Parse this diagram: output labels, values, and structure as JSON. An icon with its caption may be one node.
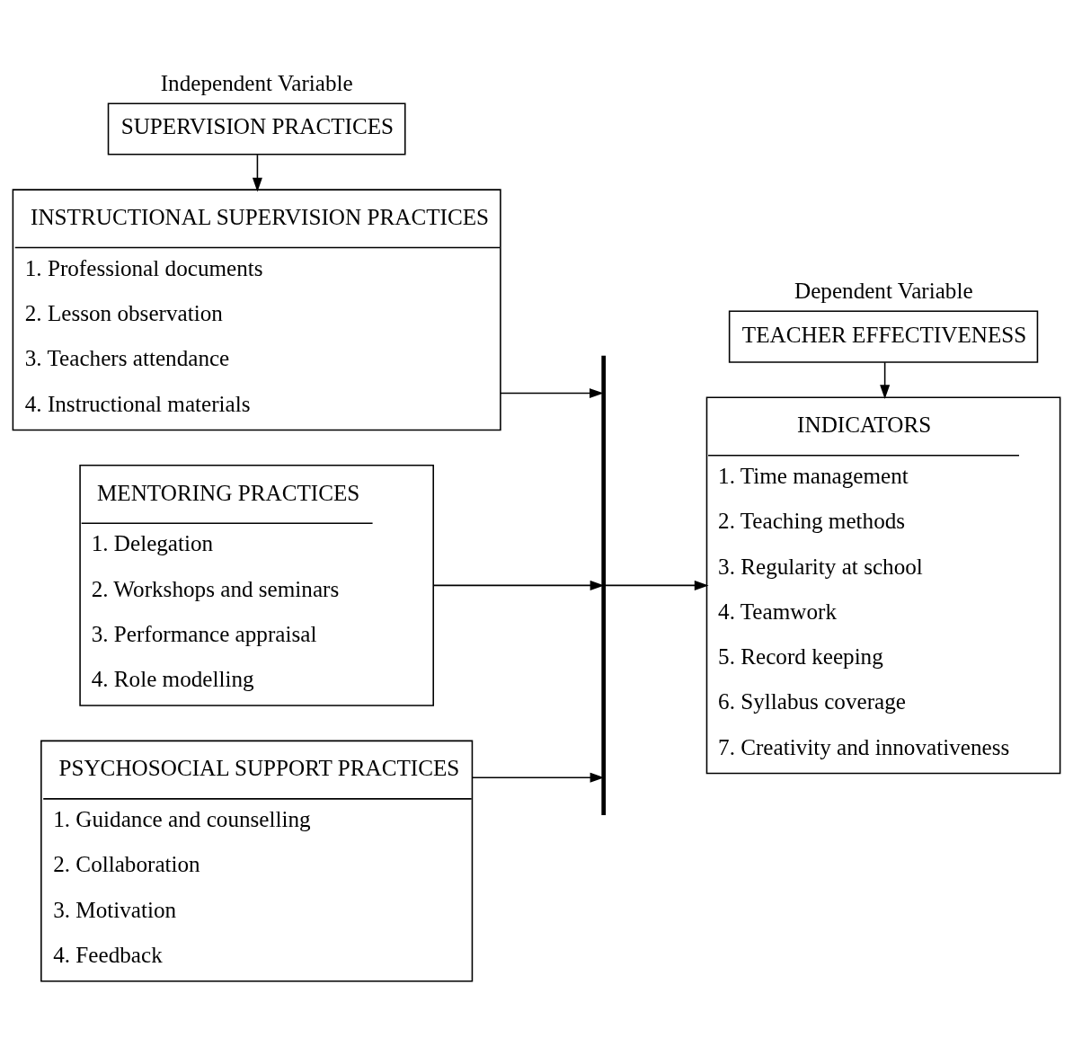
{
  "diagram": {
    "nodes": [
      {
        "text": [
          "Independent Variable",
          "SUPERVISION PRACTICES"
        ]
      },
      {
        "text": [
          "INSTRUCTIONAL SUPERVISION PRACTICES",
          "1. Professional documents",
          "2. Lesson observation",
          "3. Teachers attendance",
          "4. Instructional materials"
        ]
      },
      {
        "text": [
          "MENTORING PRACTICES",
          "1. Delegation",
          "2. Workshops and seminars",
          "3. Performance appraisal",
          "4. Role modelling"
        ]
      },
      {
        "text": [
          "PSYCHOSOCIAL SUPPORT PRACTICES",
          "1. Guidance and counselling",
          "2. Collaboration",
          "3. Motivation",
          "4. Feedback"
        ]
      },
      {
        "text": [],
        "shape": "bar"
      },
      {
        "text": [
          "Dependent Variable",
          "TEACHER EFFECTIVENESS"
        ]
      },
      {
        "text": [
          "INDICATORS",
          "1. Time management",
          "2. Teaching methods",
          "3. Regularity at school",
          "4. Teamwork",
          "5. Record keeping",
          "6. Syllabus coverage",
          "7. Creativity and innovativeness"
        ]
      }
    ],
    "edges": [
      {
        "from": 0,
        "to": 1,
        "arrow": "to"
      },
      {
        "from": 1,
        "to": 4,
        "arrow": "to"
      },
      {
        "from": 2,
        "to": 4,
        "arrow": "to"
      },
      {
        "from": 3,
        "to": 4,
        "arrow": "to"
      },
      {
        "from": 4,
        "to": 6,
        "arrow": "to"
      },
      {
        "from": 5,
        "to": 6,
        "arrow": "to"
      }
    ]
  }
}
